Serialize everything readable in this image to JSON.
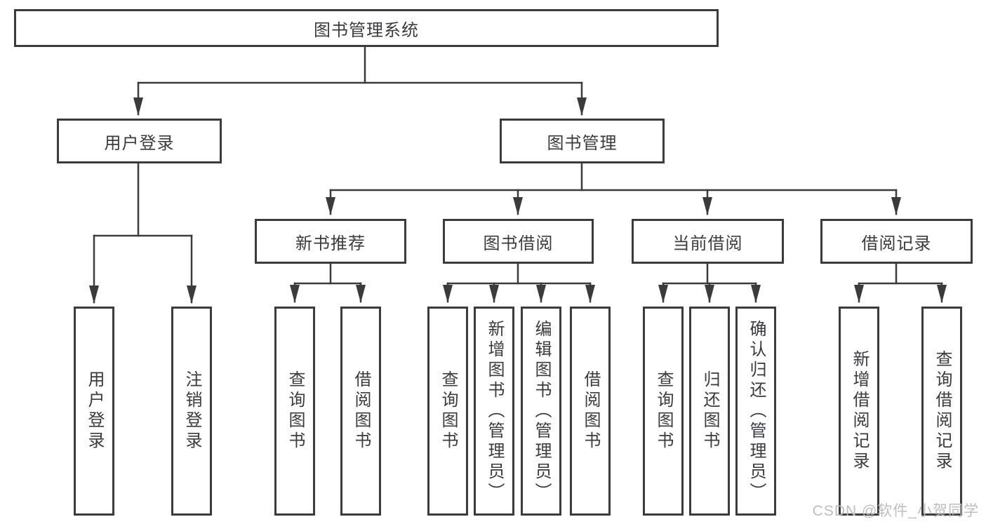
{
  "colors": {
    "line": "#3b3b3b",
    "text": "#3a3a40",
    "background": "#ffffff",
    "watermark": "#bdbdbd"
  },
  "watermark": {
    "text": "CSDN @软件_小贺同学"
  },
  "tree": {
    "label": "图书管理系统",
    "children": [
      {
        "label": "用户登录",
        "children": [
          {
            "label": "用户登录"
          },
          {
            "label": "注销登录"
          }
        ]
      },
      {
        "label": "图书管理",
        "children": [
          {
            "label": "新书推荐",
            "children": [
              {
                "label": "查询图书"
              },
              {
                "label": "借阅图书"
              }
            ]
          },
          {
            "label": "图书借阅",
            "children": [
              {
                "label": "查询图书"
              },
              {
                "label": "新增图书（管理员）"
              },
              {
                "label": "编辑图书（管理员）"
              },
              {
                "label": "借阅图书"
              }
            ]
          },
          {
            "label": "当前借阅",
            "children": [
              {
                "label": "查询图书"
              },
              {
                "label": "归还图书"
              },
              {
                "label": "确认归还（管理员）"
              }
            ]
          },
          {
            "label": "借阅记录",
            "children": [
              {
                "label": "新增借阅记录"
              },
              {
                "label": "查询借阅记录"
              }
            ]
          }
        ]
      }
    ]
  }
}
